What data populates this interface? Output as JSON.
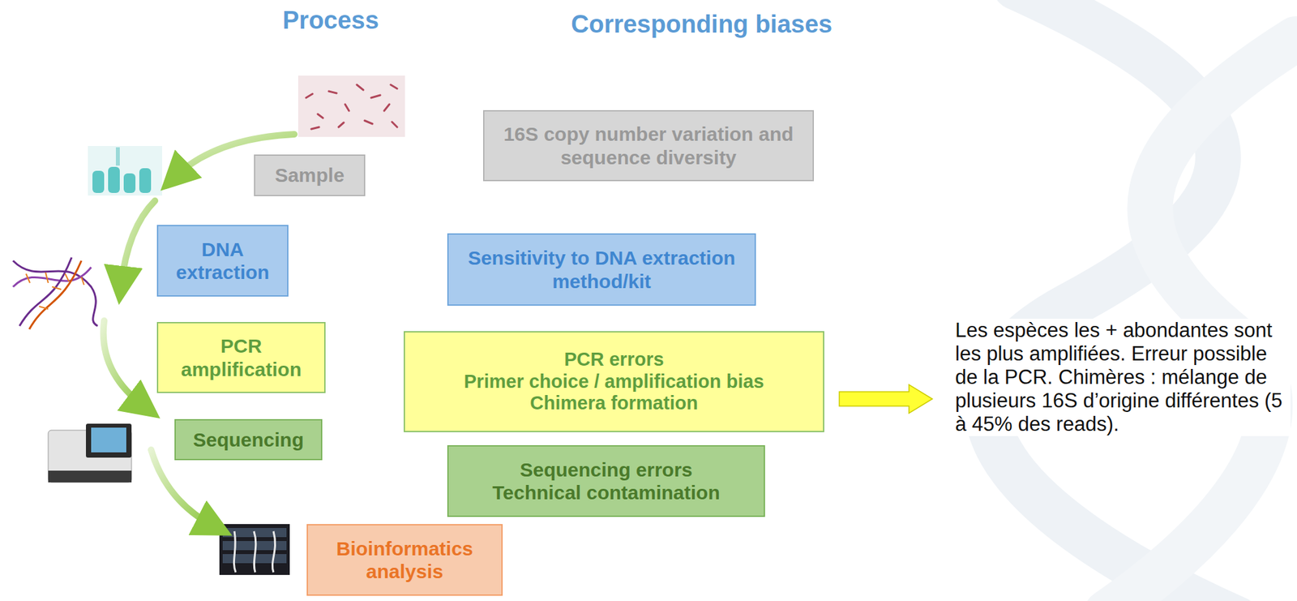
{
  "diagram": {
    "nodes": [
      {
        "text": [
          "Sample"
        ]
      },
      {
        "text": [
          "16S copy number variation and sequence diversity"
        ]
      },
      {
        "text": [
          "DNA extraction"
        ]
      },
      {
        "text": [
          "Sensitivity to DNA extraction method/kit"
        ]
      },
      {
        "text": [
          "PCR amplification"
        ]
      },
      {
        "text": [
          "PCR errors",
          "Primer choice / amplification bias",
          "Chimera formation"
        ]
      },
      {
        "text": [
          "Sequencing"
        ]
      },
      {
        "text": [
          "Sequencing errors",
          "Technical contamination"
        ]
      },
      {
        "text": [
          "Bioinformatics analysis"
        ]
      }
    ],
    "labels": [
      "Process",
      "Corresponding biases",
      "Les espèces les + abondantes sont les plus amplifiées. Erreur possible de la PCR. Chimères : mélange de plusieurs 16S d’origine différentes (5 à 45% des reads)."
    ]
  }
}
